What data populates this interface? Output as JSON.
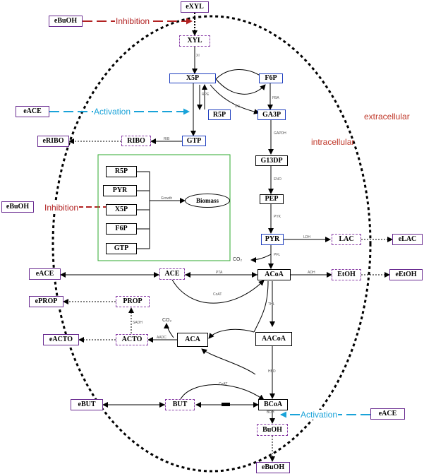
{
  "regions": {
    "extracellular": "extracellular",
    "intracellular": "intracellular"
  },
  "colors": {
    "region_label": "#c0392b",
    "inhibition": "#b22222",
    "activation": "#1aa3d9",
    "external_border": "#6a2c91",
    "internal_dashed": "#8a3fa8",
    "blue_border": "#1f3fbf",
    "biomass_border": "#2ea82e"
  },
  "external": {
    "eXYL": "eXYL",
    "eBuOH_top": "eBuOH",
    "eACE_left": "eACE",
    "eRIBO": "eRIBO",
    "eBuOH_left": "eBuOH",
    "eACE_mid": "eACE",
    "ePROP": "ePROP",
    "eACTO": "eACTO",
    "eBUT": "eBUT",
    "eLAC": "eLAC",
    "eEtOH": "eEtOH",
    "eACE_right": "eACE",
    "eBuOH_bottom": "eBuOH"
  },
  "metabolites": {
    "XYL": "XYL",
    "X5P": "X5P",
    "F6P": "F6P",
    "R5P": "R5P",
    "GA3P": "GA3P",
    "GTP": "GTP",
    "RIBO": "RIBO",
    "G13DP": "G13DP",
    "PEP": "PEP",
    "PYR": "PYR",
    "LAC": "LAC",
    "ACE": "ACE",
    "ACoA": "ACoA",
    "EtOH": "EtOH",
    "PROP": "PROP",
    "ACTO": "ACTO",
    "ACA": "ACA",
    "AACoA": "AACoA",
    "BUT": "BUT",
    "BCoA": "BCoA",
    "BuOH": "BuOH"
  },
  "biomass": {
    "inputs": [
      "R5P",
      "PYR",
      "X5P",
      "F6P",
      "GTP"
    ],
    "product": "Biomass"
  },
  "regulation": {
    "inhibition_top": "Inhibition",
    "inhibition_left": "Inhibition",
    "activation_left": "Activation",
    "activation_right": "Activation"
  },
  "small": {
    "CO2_pyr": "CO₂",
    "CO2_acto": "CO₂",
    "aadc": "AADC"
  }
}
